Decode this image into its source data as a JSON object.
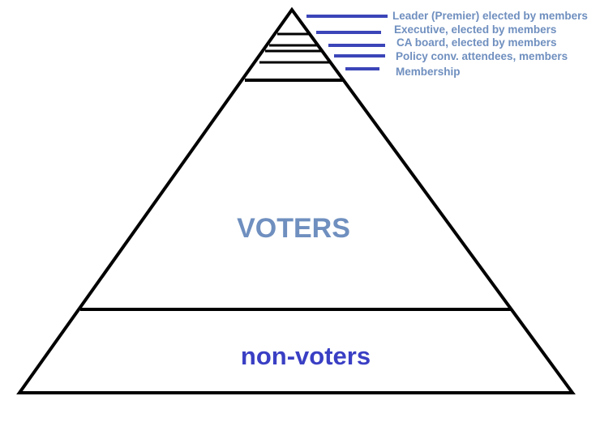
{
  "diagram": {
    "levels": [
      {
        "label": "Leader (Premier) elected by members"
      },
      {
        "label": "Executive, elected by members"
      },
      {
        "label": "CA board, elected by members"
      },
      {
        "label": "Policy conv. attendees, members"
      },
      {
        "label": "Membership"
      }
    ],
    "voters_label": "VOTERS",
    "nonvoters_label": "non-voters",
    "colors": {
      "outline": "#000000",
      "leader_lines": "#3b45b8",
      "level_text": "#6f8fbf",
      "voters_text": "#6f8fbf",
      "nonvoters_text": "#3a3fc4"
    }
  }
}
